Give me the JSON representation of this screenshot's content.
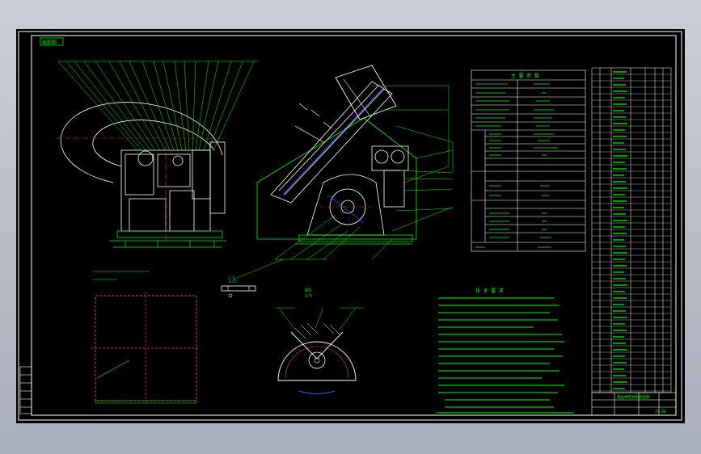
{
  "drawing": {
    "corner_label": "装配图",
    "section_label": "A向",
    "section_scale": "1:5",
    "detail_scale": "1:2",
    "bottom_ref": "1.5",
    "param_table_title": "主 要 参 数",
    "tech_title": "技 术 要 求",
    "title_block_name": "钢丝绳卷扬机装配图",
    "title_block_code": "JT-00"
  },
  "colors": {
    "background": "#000000",
    "frame": "#ffffff",
    "geometry": "#00ff00",
    "dims": "#00ff00",
    "centerline": "#ff3b3b",
    "hidden": "#3a5bff",
    "text": "#00ff00",
    "accent": "#ffffff"
  }
}
